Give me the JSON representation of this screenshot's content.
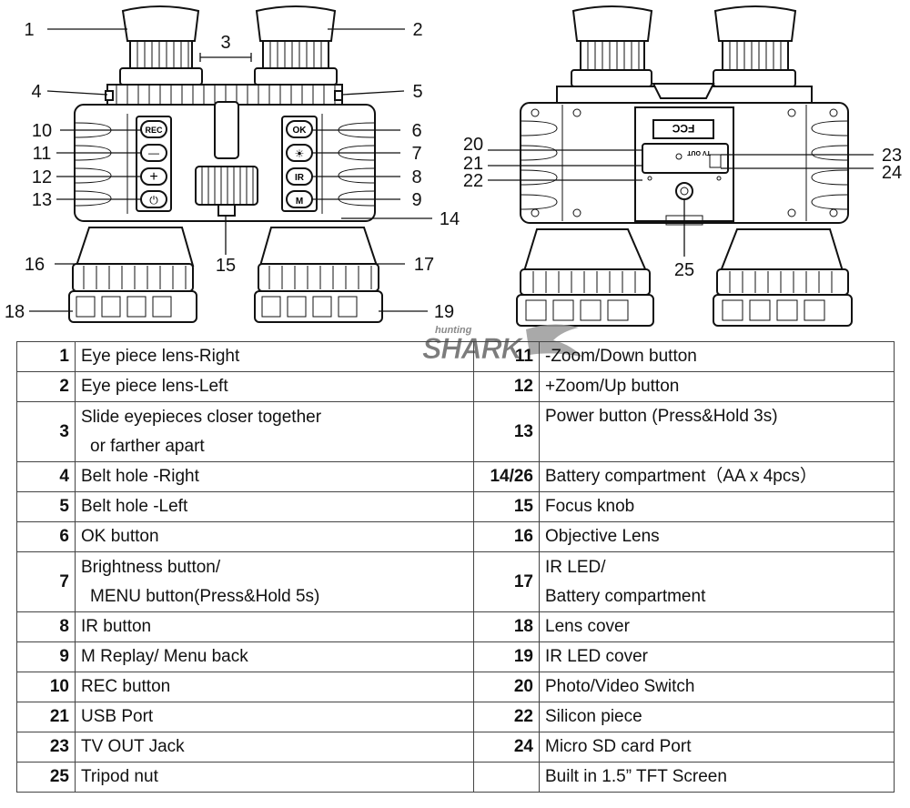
{
  "callouts": [
    "1",
    "2",
    "3",
    "4",
    "5",
    "6",
    "7",
    "8",
    "9",
    "10",
    "11",
    "12",
    "13",
    "14",
    "15",
    "16",
    "17",
    "18",
    "19",
    "20",
    "21",
    "22",
    "23",
    "24",
    "25"
  ],
  "device": {
    "left_buttons": [
      "REC",
      "—",
      "+",
      "⏻"
    ],
    "right_buttons": [
      "OK",
      "☀",
      "IR",
      "M"
    ],
    "fcc_label": "FCC",
    "tv_out_label": "TV OUT"
  },
  "logo": {
    "small_text": "hunting",
    "big_text": "SHARK"
  },
  "table": {
    "rows": [
      {
        "left_num": "1",
        "left": [
          "Eye piece lens-Right"
        ],
        "right_num": "11",
        "right": [
          "-Zoom/Down button"
        ]
      },
      {
        "left_num": "2",
        "left": [
          "Eye piece lens-Left"
        ],
        "right_num": "12",
        "right": [
          "+Zoom/Up button"
        ]
      },
      {
        "left_num": "3",
        "left": [
          "Slide eyepieces closer together",
          "or farther apart"
        ],
        "right_num": "13",
        "right": [
          "Power button (Press&Hold 3s)"
        ]
      },
      {
        "left_num": "4",
        "left": [
          "Belt hole -Right"
        ],
        "right_num": "14/26",
        "right": [
          "Battery compartment（AA x 4pcs）"
        ]
      },
      {
        "left_num": "5",
        "left": [
          "Belt hole -Left"
        ],
        "right_num": "15",
        "right": [
          "Focus knob"
        ]
      },
      {
        "left_num": "6",
        "left": [
          "OK button"
        ],
        "right_num": "16",
        "right": [
          "Objective Lens"
        ]
      },
      {
        "left_num": "7",
        "left": [
          "Brightness button/",
          "MENU button(Press&Hold 5s)"
        ],
        "right_num": "17",
        "right": [
          "IR LED/",
          "Battery compartment"
        ]
      },
      {
        "left_num": "8",
        "left": [
          "IR button"
        ],
        "right_num": "18",
        "right": [
          "Lens cover"
        ]
      },
      {
        "left_num": "9",
        "left": [
          "M Replay/ Menu back"
        ],
        "right_num": "19",
        "right": [
          "IR LED cover"
        ]
      },
      {
        "left_num": "10",
        "left": [
          "REC button"
        ],
        "right_num": "20",
        "right": [
          "Photo/Video Switch"
        ]
      },
      {
        "left_num": "21",
        "left": [
          "USB Port"
        ],
        "right_num": "22",
        "right": [
          "Silicon piece"
        ]
      },
      {
        "left_num": "23",
        "left": [
          "TV OUT Jack"
        ],
        "right_num": "24",
        "right": [
          "Micro SD card Port"
        ]
      },
      {
        "left_num": "25",
        "left": [
          "Tripod nut"
        ],
        "right_num": "",
        "right": [
          "Built in 1.5” TFT Screen"
        ]
      }
    ]
  }
}
